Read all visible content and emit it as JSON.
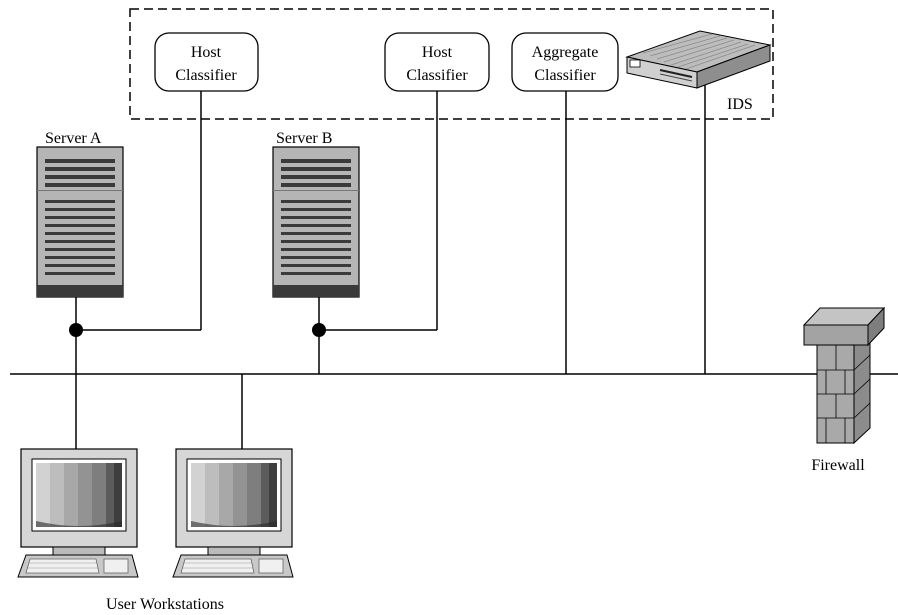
{
  "classifiers": [
    {
      "line1": "Host",
      "line2": "Classifier"
    },
    {
      "line1": "Host",
      "line2": "Classifier"
    },
    {
      "line1": "Aggregate",
      "line2": "Classifier"
    }
  ],
  "ids_label": "IDS",
  "servers": [
    {
      "label": "Server A"
    },
    {
      "label": "Server B"
    }
  ],
  "firewall_label": "Firewall",
  "workstations_label": "User Workstations",
  "icons": [
    "server-icon",
    "workstation-icon",
    "ids-appliance-icon",
    "firewall-icon"
  ]
}
